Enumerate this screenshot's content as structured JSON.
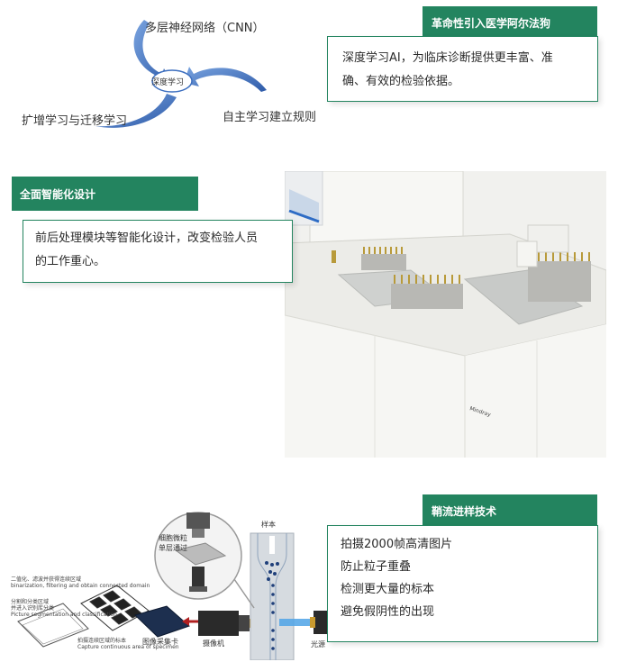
{
  "section1": {
    "diagram": {
      "top_label": "多层神经网络（CNN）",
      "center_label": "深度学习",
      "left_label": "扩增学习与迁移学习",
      "right_label": "自主学习建立规则"
    },
    "tab": "革命性引入医学阿尔法狗",
    "lines": [
      "深度学习AI，为临床诊断提供更丰富、准",
      "确、有效的检验依据。"
    ]
  },
  "section2": {
    "tab": "全面智能化设计",
    "lines": [
      "前后处理模块等智能化设计，改变检验人员",
      "的工作重心。"
    ],
    "machine_brand": "Mindray"
  },
  "section3": {
    "tab": "鞘流进样技术",
    "lines": [
      "拍摄2000帧高清图片",
      "防止粒子重叠",
      "检测更大量的标本",
      "避免假阴性的出现"
    ],
    "diagram": {
      "sample_label": "样本",
      "camera_label": "摄像机",
      "light_label": "光源",
      "capture_card_label": "图像采集卡",
      "cell_label_1": "细胞微粒",
      "cell_label_2": "单层通过",
      "step_a_cn": "二值化、滤波并获得连续区域",
      "step_a_en": "binarization, filtering and obtain connected domain",
      "step_b_cn": "分割和分类区域",
      "step_b_cn2": "并进入识别库分类",
      "step_b_en": "Picture segmentation and classification",
      "step_c_cn": "拍摄连续区域的标本",
      "step_c_en": "Capture continuous area of specimen"
    }
  },
  "colors": {
    "accent": "#23845f",
    "arrow_blue": "#3d6fbf"
  }
}
